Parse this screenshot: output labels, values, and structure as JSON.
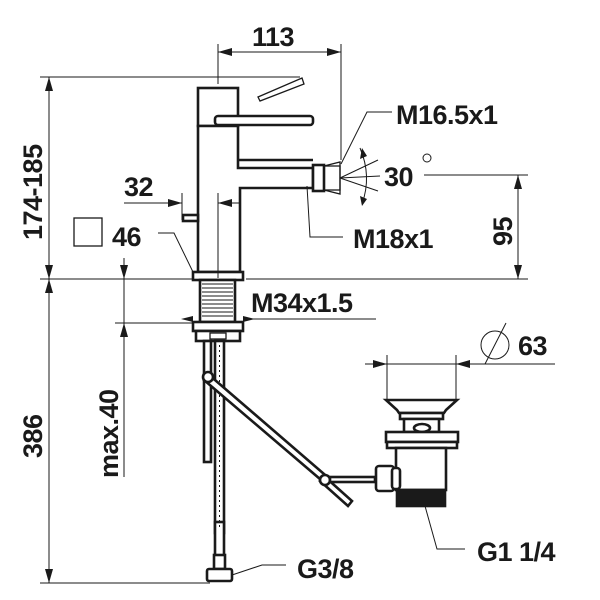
{
  "drawing": {
    "subject": "Bidet mixer faucet with pop-up waste — technical dimension drawing",
    "dimensions": {
      "spout_reach": "113",
      "height_range": "174-185",
      "inlet_offset": "32",
      "body_square": "46",
      "aerator_thread": "M16.5x1",
      "spray_angle": "30",
      "angle_unit": "°",
      "outlet_height": "95",
      "outlet_thread": "M18x1",
      "mounting_thread": "M34x1.5",
      "max_deck_thickness": "max.40",
      "total_hose_length": "386",
      "waste_diameter": "63",
      "waste_thread": "G1 1/4",
      "hose_connection": "G3/8"
    },
    "colors": {
      "line": "#1a1a1a",
      "background": "#ffffff"
    }
  }
}
